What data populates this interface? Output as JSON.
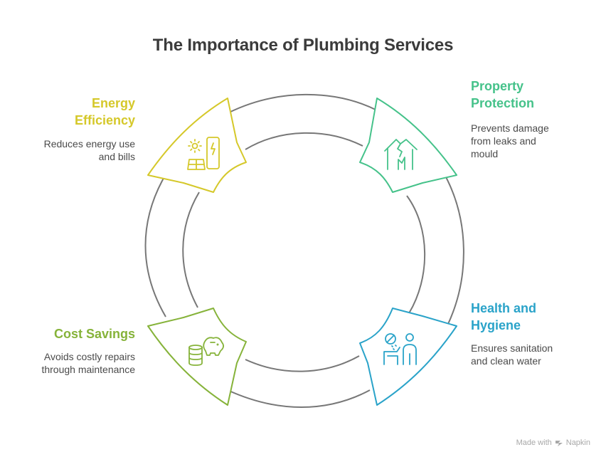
{
  "title": "The Importance of Plumbing Services",
  "sections": [
    {
      "key": "energy",
      "heading_line1": "Energy",
      "heading_line2": "Efficiency",
      "desc_line1": "Reduces energy use",
      "desc_line2": "and bills",
      "color": "#d5c82a",
      "icon": "solar-energy-icon"
    },
    {
      "key": "property",
      "heading_line1": "Property",
      "heading_line2": "Protection",
      "desc_line1": "Prevents damage",
      "desc_line2": "from leaks and",
      "desc_line3": "mould",
      "color": "#45c28a",
      "icon": "broken-house-icon"
    },
    {
      "key": "health",
      "heading_line1": "Health and",
      "heading_line2": "Hygiene",
      "desc_line1": "Ensures sanitation",
      "desc_line2": "and clean water",
      "color": "#2aa3c9",
      "icon": "handwashing-icon"
    },
    {
      "key": "cost",
      "heading_line1": "Cost Savings",
      "desc_line1": "Avoids costly repairs",
      "desc_line2": "through maintenance",
      "color": "#86b33a",
      "icon": "piggy-bank-coins-icon"
    }
  ],
  "ring_color": "#777777",
  "footer": {
    "prefix": "Made with",
    "brand": "Napkin",
    "icon": "napkin-logo-icon"
  }
}
